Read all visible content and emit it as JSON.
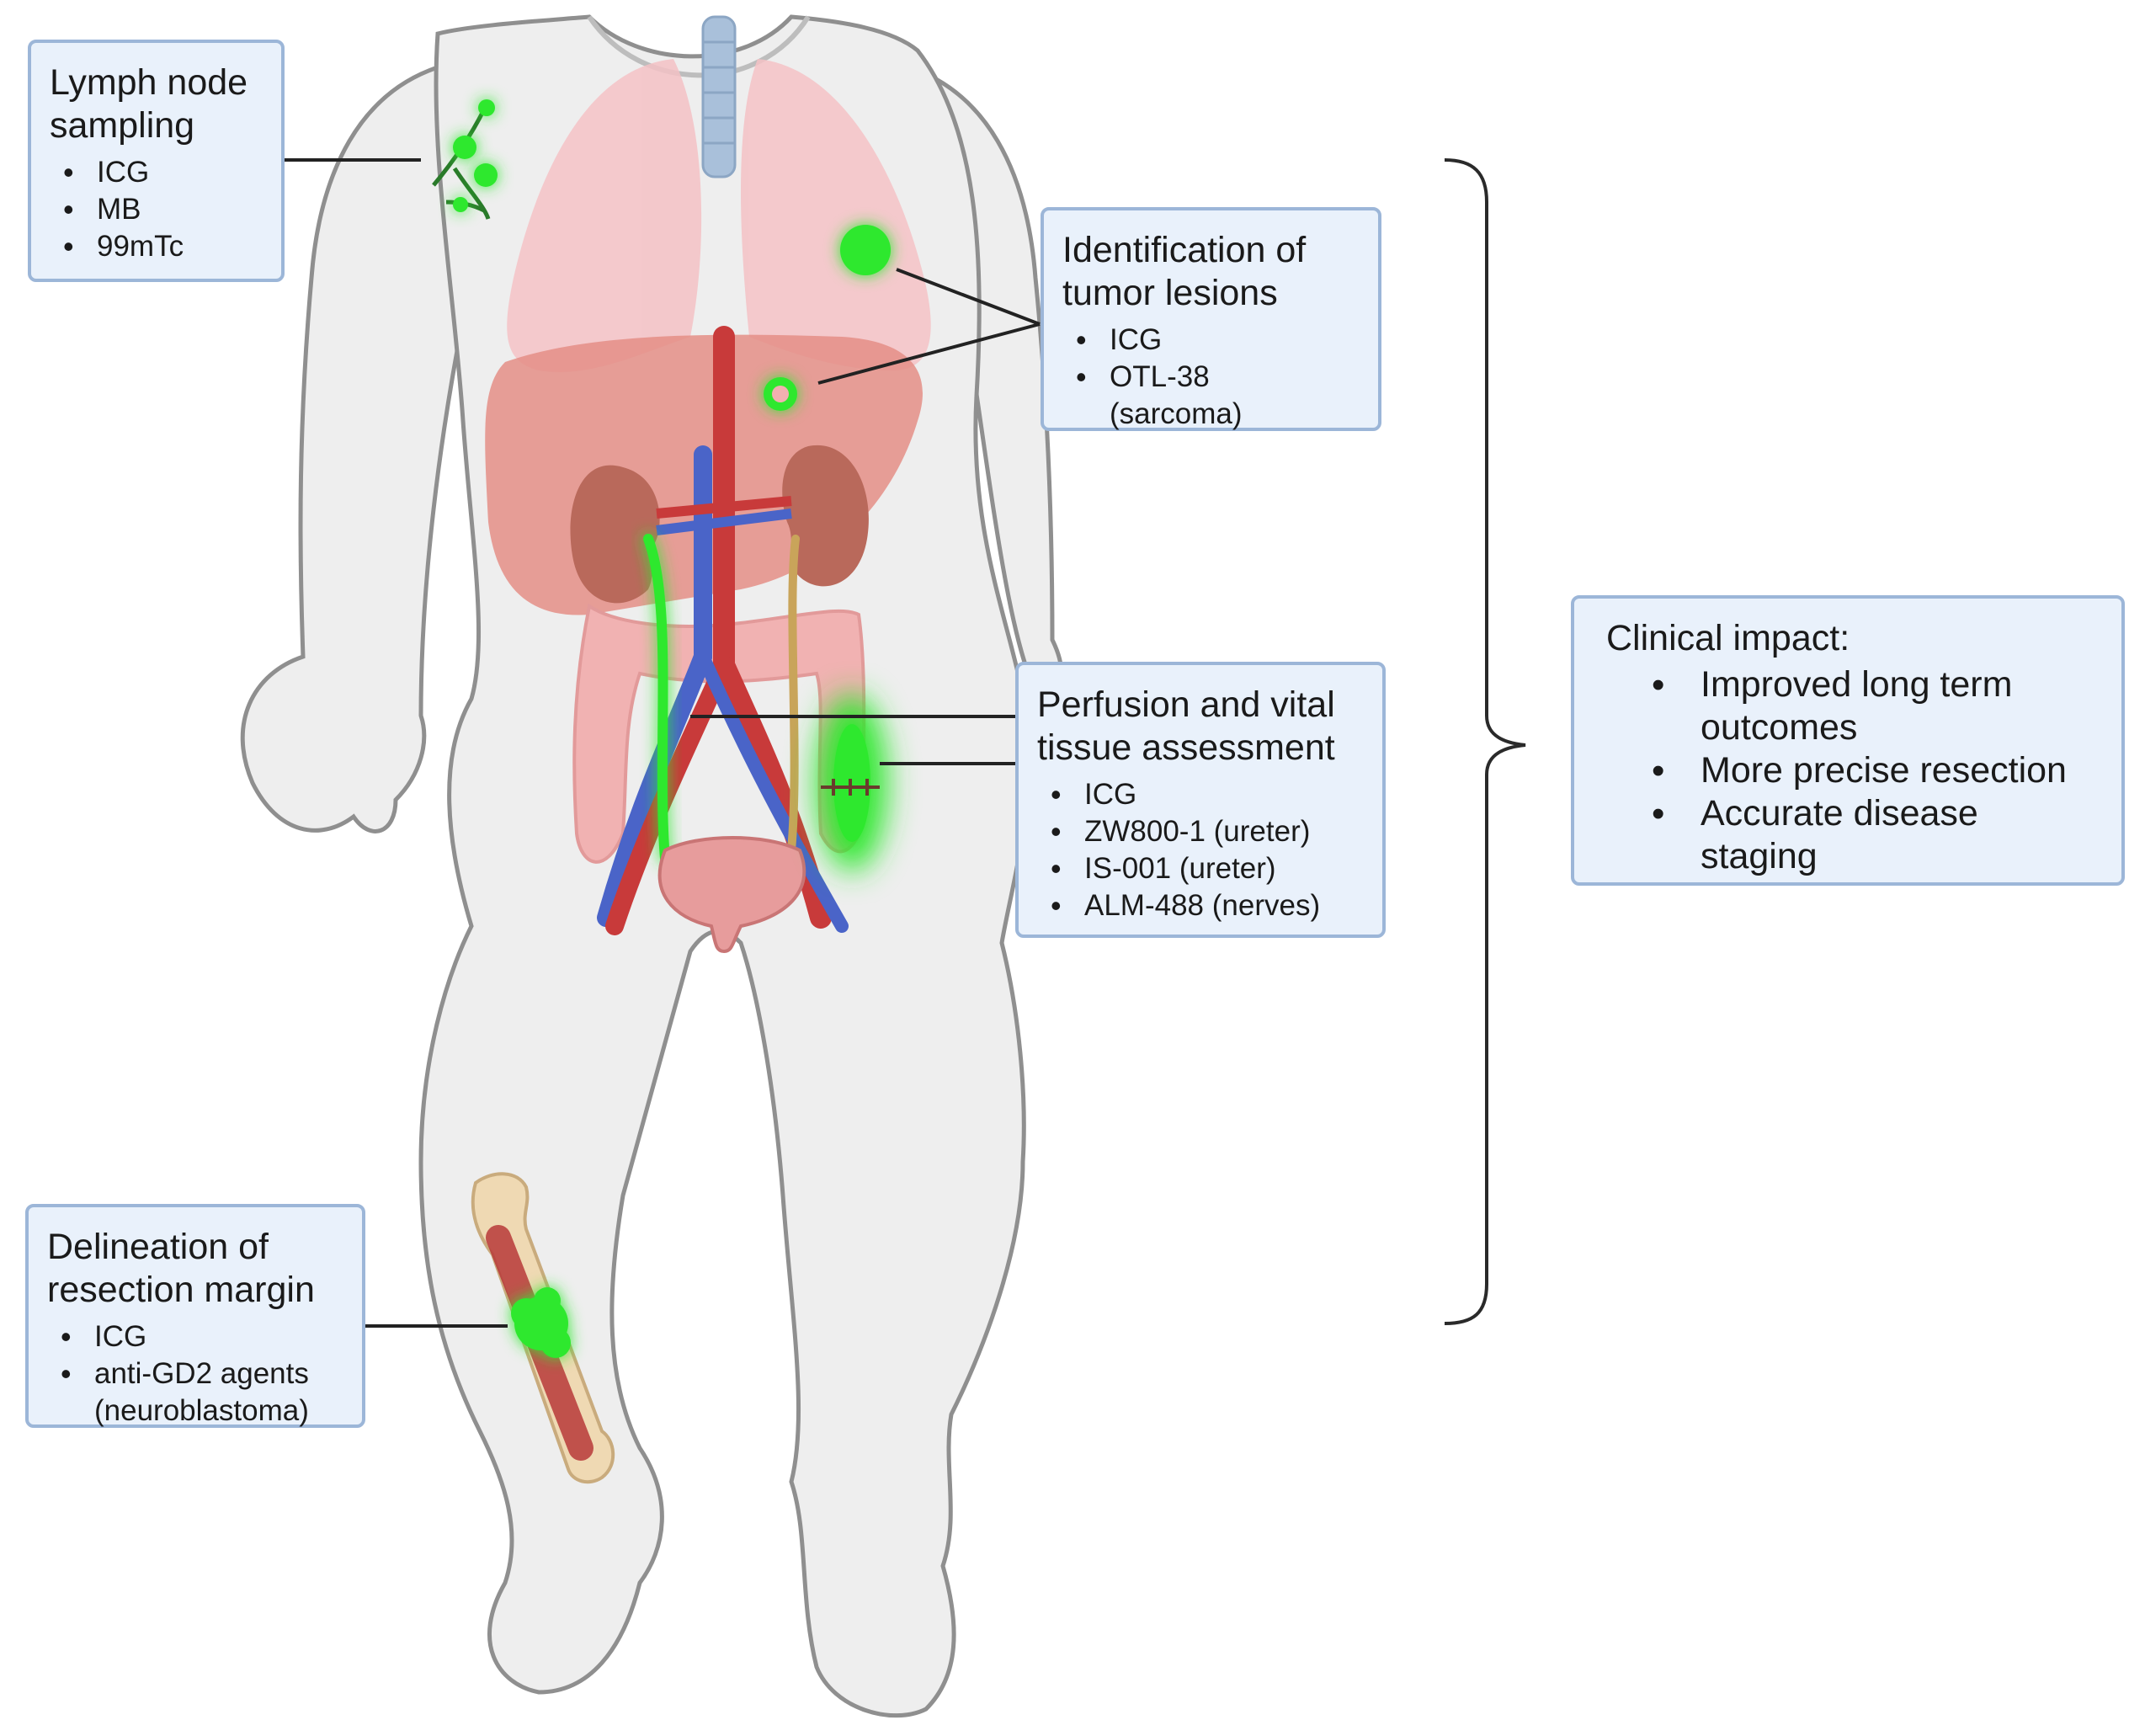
{
  "callouts": {
    "lymph": {
      "title": "Lymph node\nsampling",
      "items": [
        "ICG",
        "MB",
        "99mTc"
      ]
    },
    "tumor": {
      "title": "Identification of\ntumor lesions",
      "items": [
        "ICG",
        "OTL-38\n(sarcoma)"
      ]
    },
    "perfusion": {
      "title": "Perfusion and vital\ntissue assessment",
      "items": [
        "ICG",
        "ZW800-1 (ureter)",
        "IS-001 (ureter)",
        "ALM-488 (nerves)"
      ]
    },
    "margin": {
      "title": "Delineation of\nresection margin",
      "items": [
        "ICG",
        "anti-GD2 agents\n(neuroblastoma)"
      ]
    },
    "clinical": {
      "title": "Clinical impact:",
      "items": [
        "Improved long term\noutcomes",
        "More precise resection",
        "Accurate disease\nstaging"
      ]
    }
  },
  "colors": {
    "fluorescence": "#2ee82e",
    "callout_fill": "#e9f1fb",
    "callout_border": "#9cb6d8",
    "body_fill": "#eeeeee",
    "body_outline": "#8f8f8f",
    "lung": "#f4c2c6",
    "liver": "#e48e86",
    "kidney": "#b9695b",
    "artery": "#c83a3a",
    "vein": "#4a64c8",
    "colon": "#f1b2b2",
    "bone": "#efd9b3"
  },
  "icons": [
    "child-body-illustration",
    "lungs-icon",
    "liver-icon",
    "kidney-icon",
    "colon-icon",
    "bladder-icon",
    "tibia-bone-icon",
    "lymph-node-icon",
    "tumor-glow-icon"
  ]
}
